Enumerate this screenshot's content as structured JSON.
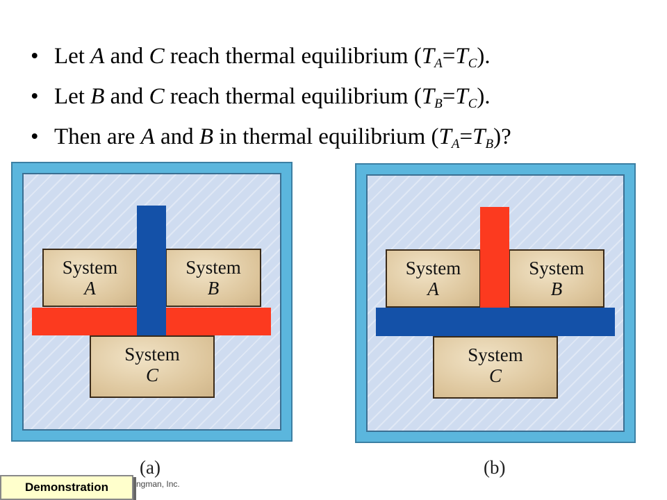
{
  "bullets": [
    {
      "pre": "Let ",
      "a": "A",
      "mid": " and ",
      "b": "C",
      "post": " reach thermal equilibrium (",
      "t1": "T",
      "s1": "A",
      "eq": "=",
      "t2": "T",
      "s2": "C",
      "end": ")."
    },
    {
      "pre": "Let ",
      "a": "B",
      "mid": " and ",
      "b": "C",
      "post": " reach thermal equilibrium (",
      "t1": "T",
      "s1": "B",
      "eq": "=",
      "t2": "T",
      "s2": "C",
      "end": ")."
    },
    {
      "pre": "Then are ",
      "a": "A",
      "mid": " and ",
      "b": "B",
      "post": " in thermal equilibrium (",
      "t1": "T",
      "s1": "A",
      "eq": "=",
      "t2": "T",
      "s2": "B",
      "end": ")?"
    }
  ],
  "bullet_char": "•",
  "panels": {
    "a": {
      "caption": "(a)",
      "system_a": {
        "word": "System",
        "letter": "A"
      },
      "system_b": {
        "word": "System",
        "letter": "B"
      },
      "system_c": {
        "word": "System",
        "letter": "C"
      },
      "horizontal_bar_color": "#fc3a1f",
      "vertical_bar_color": "#1451a8"
    },
    "b": {
      "caption": "(b)",
      "system_a": {
        "word": "System",
        "letter": "A"
      },
      "system_b": {
        "word": "System",
        "letter": "B"
      },
      "system_c": {
        "word": "System",
        "letter": "C"
      },
      "horizontal_bar_color": "#1451a8",
      "vertical_bar_color": "#fc3a1f"
    }
  },
  "credit": "ngman, Inc.",
  "demo_button": "Demonstration"
}
